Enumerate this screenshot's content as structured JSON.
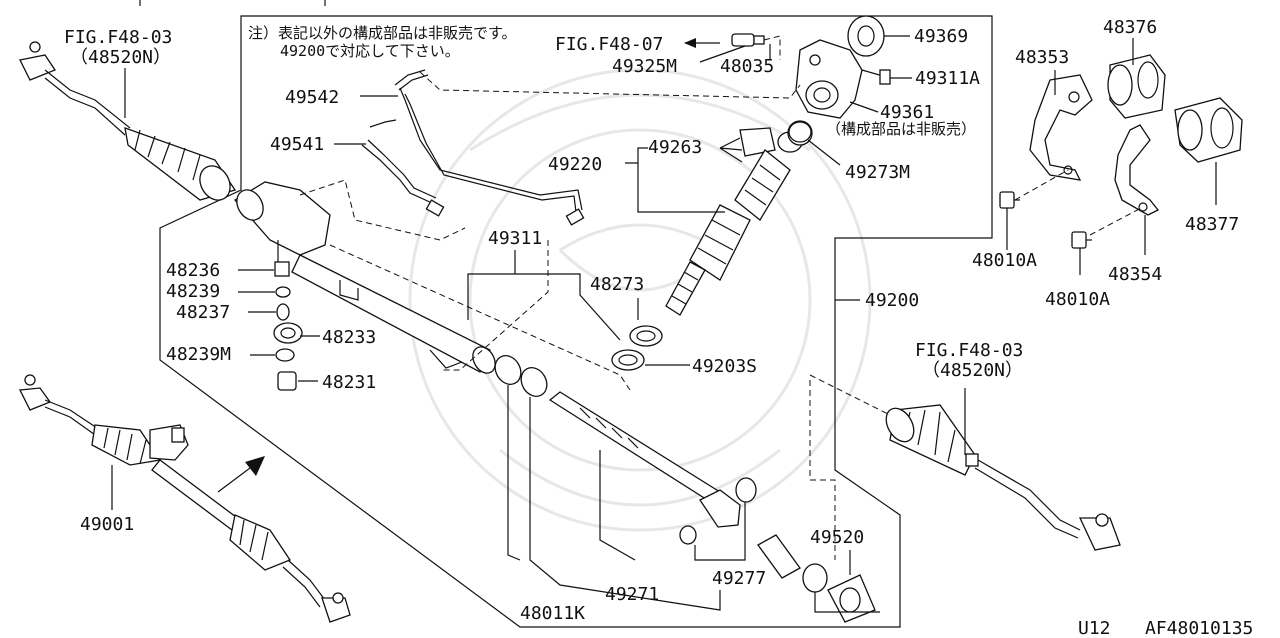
{
  "notes": {
    "line1": "注）表記以外の構成部品は非販売です。",
    "line2": "49200で対応して下さい。",
    "sub_note": "（構成部品は非販売）"
  },
  "fig_refs": {
    "top_left": "FIG.F48-03",
    "top_left_part": "（48520N）",
    "top_center": "FIG.F48-07",
    "mid_right": "FIG.F48-03",
    "mid_right_part": "（48520N）"
  },
  "labels": {
    "p49369": "49369",
    "p49325M": "49325M",
    "p48035": "48035",
    "p49311A": "49311A",
    "p49361": "49361",
    "p49542": "49542",
    "p49541": "49541",
    "p49220": "49220",
    "p49263": "49263",
    "p49273M": "49273M",
    "p49311": "49311",
    "p48273": "48273",
    "p49200": "49200",
    "p49203S": "49203S",
    "p48236": "48236",
    "p48239": "48239",
    "p48237": "48237",
    "p48233": "48233",
    "p48239M": "48239M",
    "p48231": "48231",
    "p49001": "49001",
    "p49520": "49520",
    "p49277": "49277",
    "p49271": "49271",
    "p48011K": "48011K",
    "p48353": "48353",
    "p48376": "48376",
    "p48377": "48377",
    "p48010A_1": "48010A",
    "p48354": "48354",
    "p48010A_2": "48010A"
  },
  "footer": {
    "model": "U12",
    "code": "AF48010135"
  }
}
